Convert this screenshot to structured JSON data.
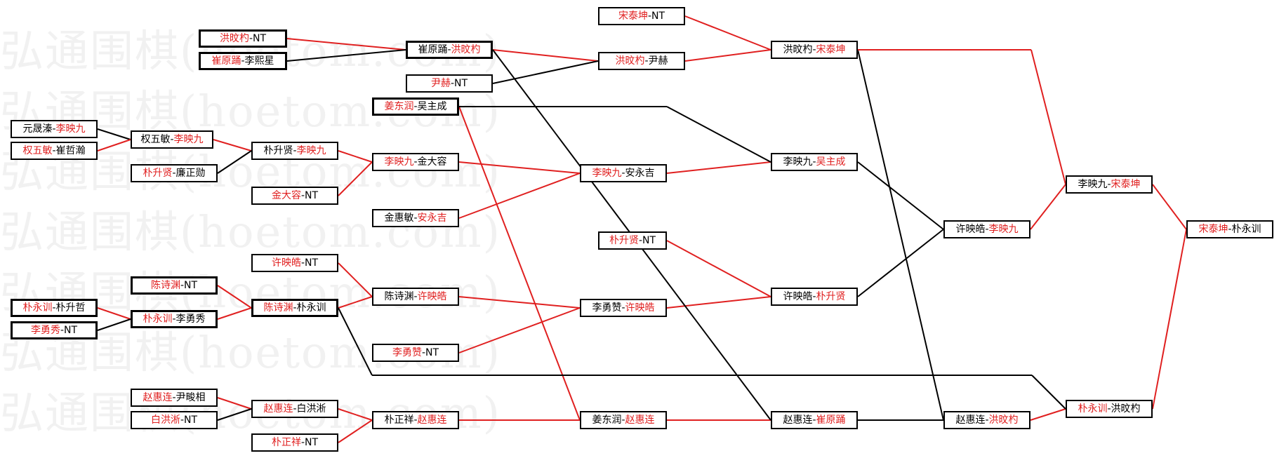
{
  "watermark": "弘通围棋(hoetom.com)",
  "colors": {
    "winner": "#e02020",
    "line": "#000000",
    "win_line": "#e02020"
  },
  "matches": {
    "m01": {
      "p1": "洪旼杓",
      "p2": "NT",
      "winner": 1
    },
    "m02": {
      "p1": "崔原踊",
      "p2": "李熙星",
      "winner": 1
    },
    "m03": {
      "p1": "元晟溱",
      "p2": "李映九",
      "winner": 2
    },
    "m04": {
      "p1": "权五敏",
      "p2": "崔哲瀚",
      "winner": 1
    },
    "m05": {
      "p1": "朴升贤",
      "p2": "廉正勋",
      "winner": 1
    },
    "m06": {
      "p1": "陈诗渊",
      "p2": "NT",
      "winner": 1
    },
    "m07": {
      "p1": "朴永训",
      "p2": "朴升哲",
      "winner": 1
    },
    "m08": {
      "p1": "李勇秀",
      "p2": "NT",
      "winner": 1
    },
    "m09": {
      "p1": "赵惠连",
      "p2": "尹畯相",
      "winner": 1
    },
    "m10": {
      "p1": "白洪淅",
      "p2": "NT",
      "winner": 1
    },
    "m11": {
      "p1": "权五敏",
      "p2": "李映九",
      "winner": 2
    },
    "m12": {
      "p1": "朴永训",
      "p2": "李勇秀",
      "winner": 1
    },
    "m13": {
      "p1": "赵惠连",
      "p2": "白洪淅",
      "winner": 1
    },
    "m14": {
      "p1": "朴升贤",
      "p2": "李映九",
      "winner": 2
    },
    "m15": {
      "p1": "金大容",
      "p2": "NT",
      "winner": 1
    },
    "m16": {
      "p1": "许映皓",
      "p2": "NT",
      "winner": 1
    },
    "m17": {
      "p1": "陈诗渊",
      "p2": "朴永训",
      "winner": 1
    },
    "m18": {
      "p1": "朴正祥",
      "p2": "NT",
      "winner": 1
    },
    "m19": {
      "p1": "崔原踊",
      "p2": "洪旼杓",
      "winner": 2
    },
    "m20": {
      "p1": "尹赫",
      "p2": "NT",
      "winner": 1
    },
    "m21": {
      "p1": "姜东润",
      "p2": "吴主成",
      "winner": 1
    },
    "m22": {
      "p1": "李映九",
      "p2": "金大容",
      "winner": 1
    },
    "m23": {
      "p1": "金惠敏",
      "p2": "安永吉",
      "winner": 2
    },
    "m24": {
      "p1": "陈诗渊",
      "p2": "许映皓",
      "winner": 2
    },
    "m25": {
      "p1": "李勇赞",
      "p2": "NT",
      "winner": 1
    },
    "m26": {
      "p1": "朴正祥",
      "p2": "赵惠连",
      "winner": 2
    },
    "m27": {
      "p1": "宋泰坤",
      "p2": "NT",
      "winner": 1
    },
    "m28": {
      "p1": "洪旼杓",
      "p2": "尹赫",
      "winner": 1
    },
    "m29": {
      "p1": "李映九",
      "p2": "安永吉",
      "winner": 1
    },
    "m30": {
      "p1": "朴升贤",
      "p2": "NT",
      "winner": 1
    },
    "m31": {
      "p1": "李勇赞",
      "p2": "许映皓",
      "winner": 2
    },
    "m32": {
      "p1": "姜东润",
      "p2": "赵惠连",
      "winner": 2
    },
    "m33": {
      "p1": "洪旼杓",
      "p2": "宋泰坤",
      "winner": 2
    },
    "m34": {
      "p1": "李映九",
      "p2": "吴主成",
      "winner": 2
    },
    "m35": {
      "p1": "许映皓",
      "p2": "朴升贤",
      "winner": 2
    },
    "m36": {
      "p1": "赵惠连",
      "p2": "崔原踊",
      "winner": 2
    },
    "m37": {
      "p1": "许映皓",
      "p2": "李映九",
      "winner": 2
    },
    "m38": {
      "p1": "赵惠连",
      "p2": "洪旼杓",
      "winner": 2
    },
    "m39": {
      "p1": "李映九",
      "p2": "宋泰坤",
      "winner": 2
    },
    "m40": {
      "p1": "朴永训",
      "p2": "洪旼杓",
      "winner": 1
    },
    "m41": {
      "p1": "宋泰坤",
      "p2": "朴永训",
      "winner": 1
    }
  }
}
